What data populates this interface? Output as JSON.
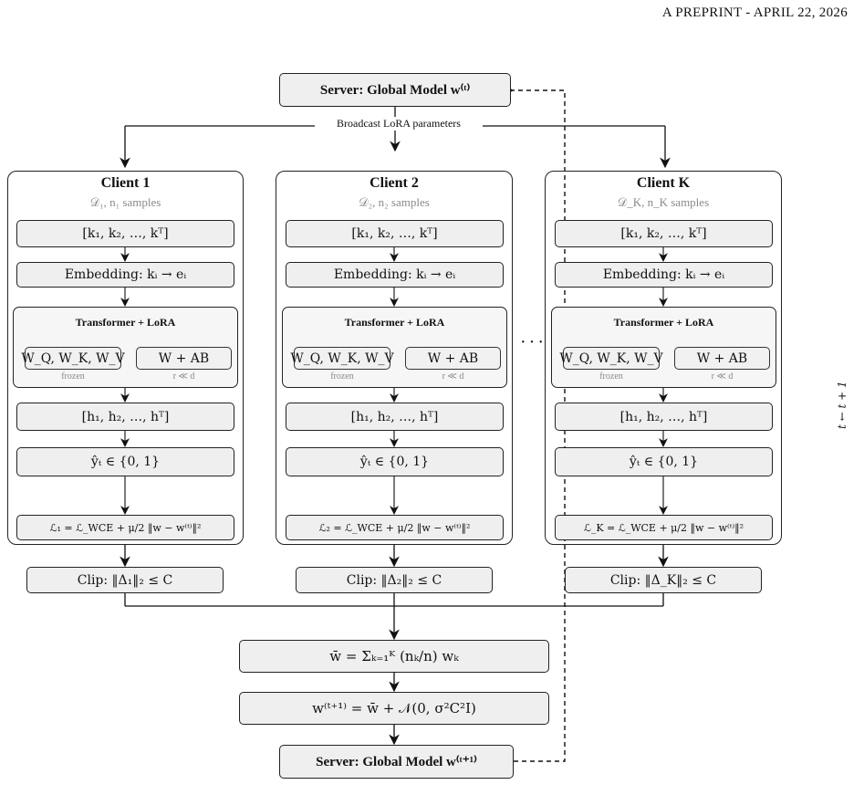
{
  "header": "A PREPRINT - APRIL 22, 2026",
  "server_top": "Server: Global Model w⁽ᵗ⁾",
  "broadcast": "Broadcast LoRA parameters",
  "clients": [
    {
      "title": "Client 1",
      "data": "𝒟₁, n₁ samples",
      "tokens": "[k₁, k₂, …, kᵀ]",
      "embedding": "Embedding: kᵢ → eᵢ",
      "transformer": "Transformer + LoRA",
      "frozen_weights": "W_Q, W_K, W_V",
      "frozen_label": "frozen",
      "lora_weights": "W + AB",
      "rank_label": "r ≪ d",
      "hidden": "[h₁, h₂, …, hᵀ]",
      "prediction": "ŷₜ ∈ {0, 1}",
      "loss": "ℒ₁ = ℒ_WCE + μ/2 ‖w − w⁽ᵗ⁾‖²",
      "clip": "Clip: ‖Δ₁‖₂ ≤ C"
    },
    {
      "title": "Client 2",
      "data": "𝒟₂, n₂ samples",
      "tokens": "[k₁, k₂, …, kᵀ]",
      "embedding": "Embedding: kᵢ → eᵢ",
      "transformer": "Transformer + LoRA",
      "frozen_weights": "W_Q, W_K, W_V",
      "frozen_label": "frozen",
      "lora_weights": "W + AB",
      "rank_label": "r ≪ d",
      "hidden": "[h₁, h₂, …, hᵀ]",
      "prediction": "ŷₜ ∈ {0, 1}",
      "loss": "ℒ₂ = ℒ_WCE + μ/2 ‖w − w⁽ᵗ⁾‖²",
      "clip": "Clip: ‖Δ₂‖₂ ≤ C"
    },
    {
      "title": "Client K",
      "data": "𝒟_K, n_K samples",
      "tokens": "[k₁, k₂, …, kᵀ]",
      "embedding": "Embedding: kᵢ → eᵢ",
      "transformer": "Transformer + LoRA",
      "frozen_weights": "W_Q, W_K, W_V",
      "frozen_label": "frozen",
      "lora_weights": "W + AB",
      "rank_label": "r ≪ d",
      "hidden": "[h₁, h₂, …, hᵀ]",
      "prediction": "ŷₜ ∈ {0, 1}",
      "loss": "ℒ_K = ℒ_WCE + μ/2 ‖w − w⁽ᵗ⁾‖²",
      "clip": "Clip: ‖Δ_K‖₂ ≤ C"
    }
  ],
  "ellipsis": "···",
  "aggregate": "w̄ = Σₖ₌₁ᴷ (nₖ/n) wₖ",
  "noise": "w⁽ᵗ⁺¹⁾ = w̄ + 𝒩(0, σ²C²I)",
  "server_bottom": "Server: Global Model w⁽ᵗ⁺¹⁾",
  "side_label": "t ← t + 1"
}
